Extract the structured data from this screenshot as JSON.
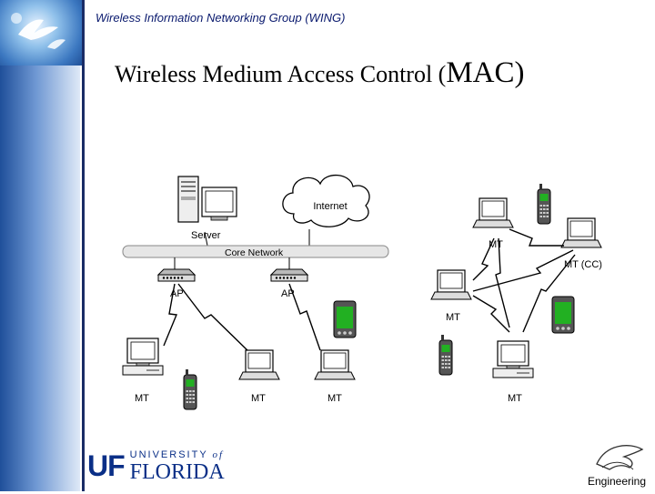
{
  "header": {
    "group_name": "Wireless Information Networking Group (WING)"
  },
  "slide": {
    "title_prefix": "Wireless Medium Access Control (",
    "title_acronym": "MAC",
    "title_suffix": ")"
  },
  "diagram": {
    "internet_label": "Internet",
    "server_label": "Server",
    "core_network_label": "Core Network",
    "ap_label": "AP",
    "mt_label": "MT",
    "mt_cc_label": "MT (CC)"
  },
  "footer": {
    "logo_uf": "UF",
    "logo_university": "UNIVERSITY",
    "logo_of": "of",
    "logo_florida": "FLORIDA",
    "engineering": "Engineering"
  },
  "colors": {
    "accent": "#0a2f87",
    "pda_screen": "#22b022",
    "phone_screen": "#22b022"
  }
}
